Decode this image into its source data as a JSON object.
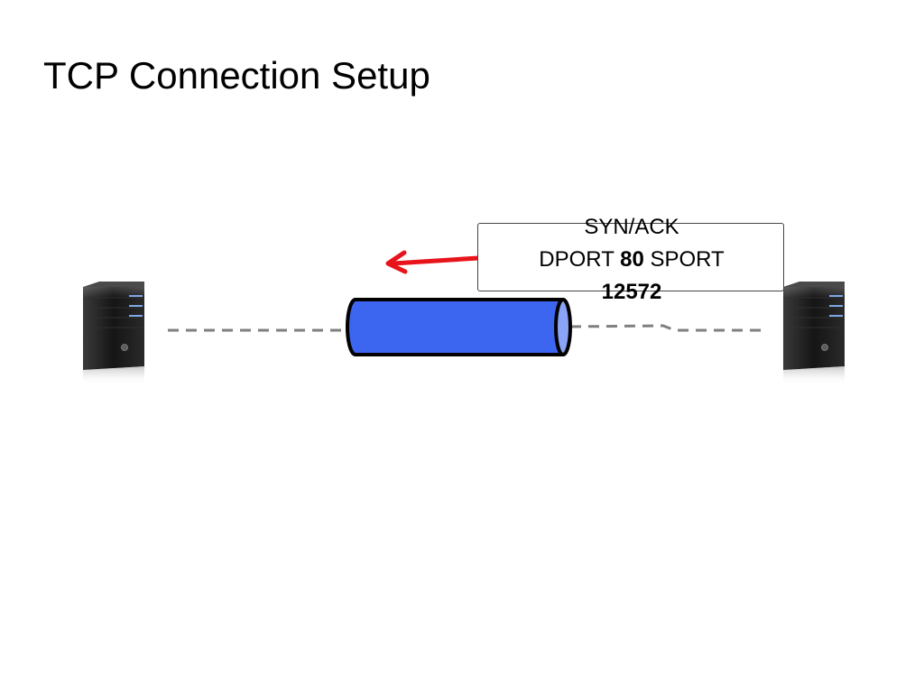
{
  "slide": {
    "title": "TCP Connection Setup"
  },
  "packet": {
    "flags": "SYN/ACK",
    "dport_label": "DPORT",
    "dport_value": "80",
    "sport_label": "SPORT",
    "sport_value": "12572"
  },
  "colors": {
    "pipe_fill": "#3d66f0",
    "pipe_end": "#8aa4f7",
    "arrow": "#e8141b",
    "dashed_link": "#7f7f7f",
    "server_body": "#1b1b1b"
  },
  "icons": {
    "left_host": "server-tower-icon",
    "right_host": "server-tower-icon",
    "direction": "left-arrow-icon"
  }
}
